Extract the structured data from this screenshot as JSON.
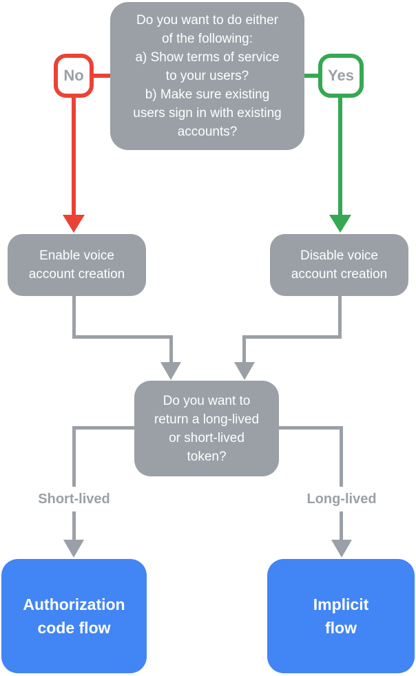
{
  "colors": {
    "gray": "#9AA0A6",
    "red": "#EA4335",
    "green": "#34A853",
    "blue": "#4285F4",
    "white": "#FFFFFF"
  },
  "nodes": {
    "top_question": {
      "text": "Do you want to do either\nof the following:\na) Show terms of service\nto your users?\nb) Make sure existing\nusers sign in with existing\naccounts?"
    },
    "enable_voice": {
      "text": "Enable voice\naccount creation"
    },
    "disable_voice": {
      "text": "Disable voice\naccount creation"
    },
    "token_question": {
      "text": "Do you want to\nreturn a long-lived\nor short-lived\ntoken?"
    },
    "authorization_code_flow": {
      "text": "Authorization\ncode flow"
    },
    "implicit_flow": {
      "text": "Implicit\nflow"
    }
  },
  "edge_labels": {
    "no": "No",
    "yes": "Yes",
    "short_lived": "Short-lived",
    "long_lived": "Long-lived"
  }
}
